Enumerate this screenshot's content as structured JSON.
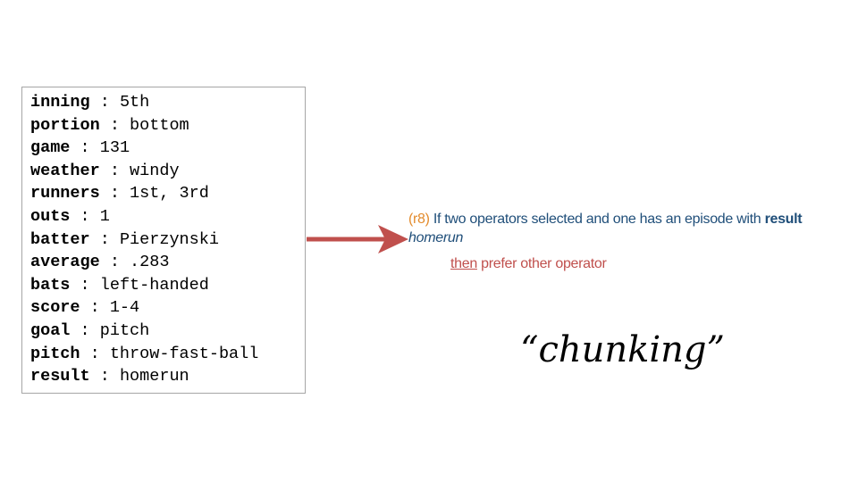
{
  "episode": {
    "attributes": [
      {
        "key": "inning",
        "value": "5th"
      },
      {
        "key": "portion",
        "value": "bottom"
      },
      {
        "key": "game",
        "value": "131"
      },
      {
        "key": "weather",
        "value": "windy"
      },
      {
        "key": "runners",
        "value": "1st, 3rd"
      },
      {
        "key": "outs",
        "value": "1"
      },
      {
        "key": "batter",
        "value": "Pierzynski"
      },
      {
        "key": "average",
        "value": ".283"
      },
      {
        "key": "bats",
        "value": "left-handed"
      },
      {
        "key": "score",
        "value": "1-4"
      },
      {
        "key": "goal",
        "value": "pitch"
      },
      {
        "key": "pitch",
        "value": "throw-fast-ball"
      },
      {
        "key": "result",
        "value": "homerun"
      }
    ],
    "separator": " : "
  },
  "rule": {
    "label": "(r8)",
    "condition_text": " If two operators selected and one has an episode with ",
    "condition_keyword": "result",
    "condition_value": "homerun",
    "then_word": "then",
    "action_text": " prefer other operator"
  },
  "chunking_label": "“chunking”",
  "colors": {
    "arrow": "#c0504d",
    "rule_label": "#e38b2c",
    "rule_text": "#1f4e79",
    "action_text": "#c0504d",
    "box_border": "#a6a6a6"
  }
}
